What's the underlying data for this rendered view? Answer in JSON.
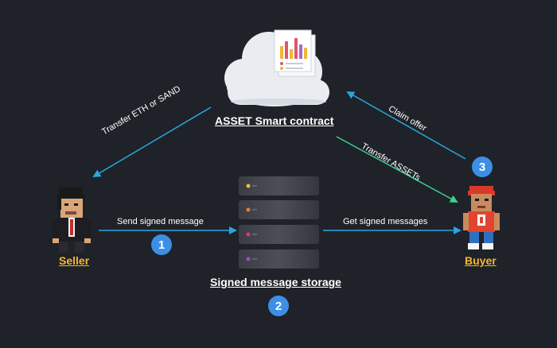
{
  "nodes": {
    "contract": {
      "label": "ASSET Smart contract"
    },
    "storage": {
      "label": "Signed message storage"
    },
    "seller": {
      "label": "Seller"
    },
    "buyer": {
      "label": "Buyer"
    }
  },
  "edges": {
    "transfer_eth": {
      "label": "Transfer ETH or SAND"
    },
    "send_signed": {
      "label": "Send signed message"
    },
    "get_signed": {
      "label": "Get signed messages"
    },
    "claim_offer": {
      "label": "Claim offer"
    },
    "transfer_assets": {
      "label": "Transfer ASSETs"
    }
  },
  "steps": [
    "1",
    "2",
    "3"
  ],
  "colors": {
    "background": "#1f2228",
    "arrow_blue": "#2aa6e0",
    "arrow_green": "#3ecf8e",
    "actor_label": "#f5b82e",
    "step_badge": "#3d8fe6"
  }
}
